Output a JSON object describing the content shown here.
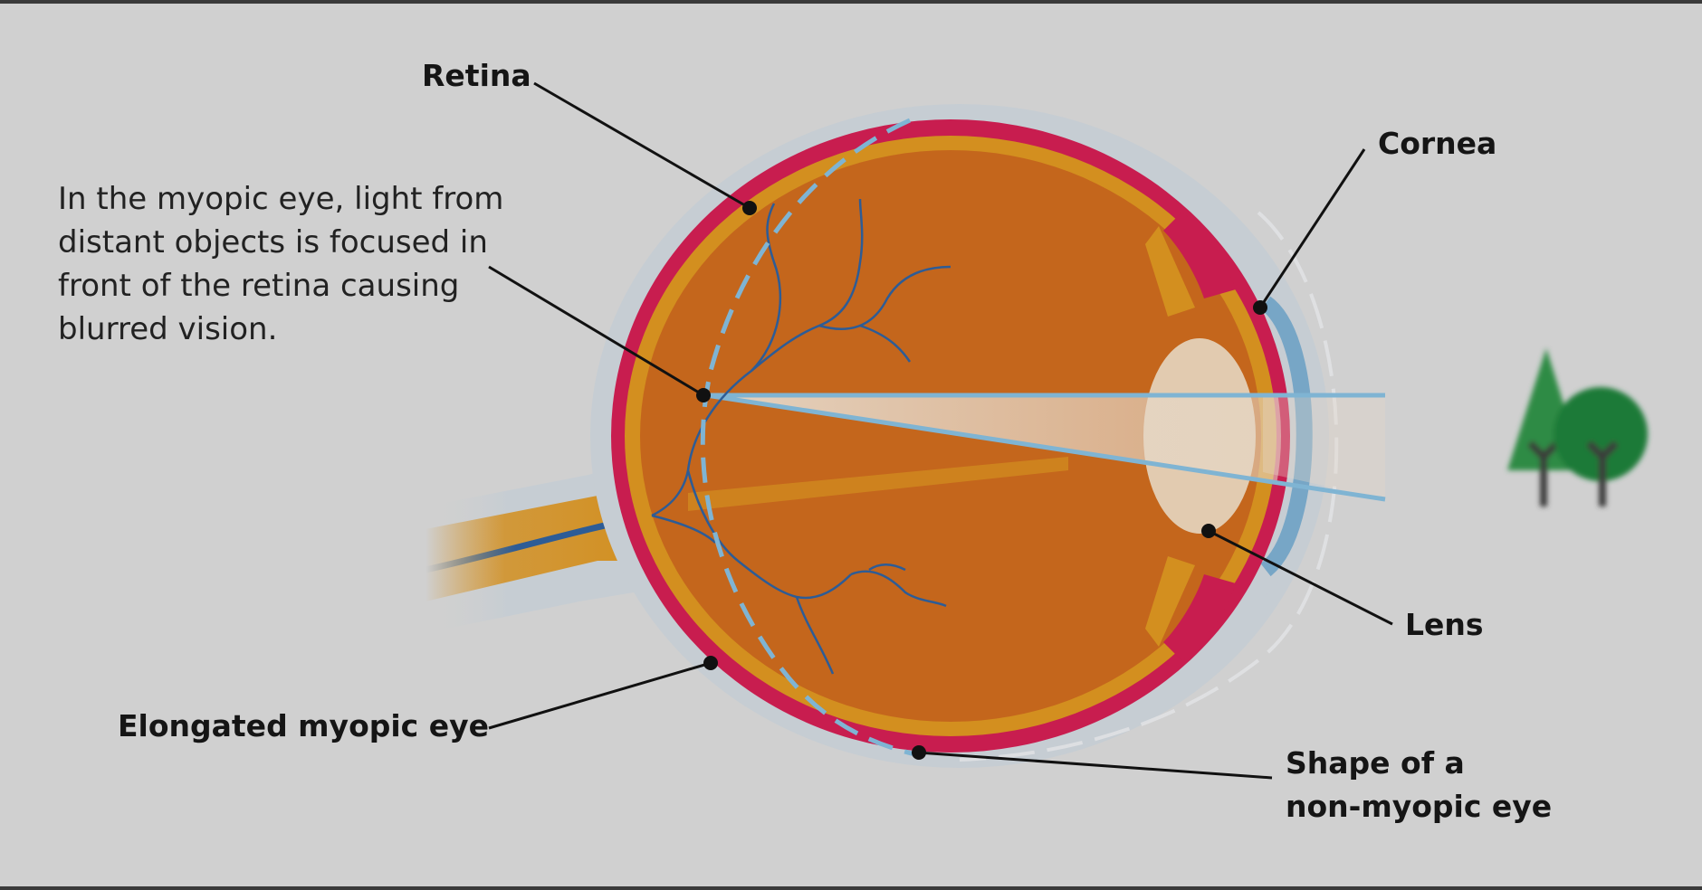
{
  "labels": {
    "retina": "Retina",
    "cornea": "Cornea",
    "lens": "Lens",
    "elongated": "Elongated myopic eye",
    "shape_line1": "Shape of a",
    "shape_line2": "non-myopic eye"
  },
  "description": [
    "In the myopic eye, light from",
    "distant objects is focused in",
    "front of the retina causing",
    "blurred vision."
  ],
  "colors": {
    "background": "#d0d0d0",
    "sclera_outer": "#c6cdd3",
    "choroid": "#c81d4f",
    "retina_layer": "#d38f1f",
    "vitreous": "#c4661c",
    "cornea": "#6ea2c4",
    "lens": "#e2cbb0",
    "light_ray": "#7fb4d3",
    "blood_vessel": "#2d5c96",
    "tree_conifer": "#2e8b44",
    "tree_round": "#1e7a38"
  },
  "icons": [
    "conifer-tree-icon",
    "round-tree-icon"
  ]
}
